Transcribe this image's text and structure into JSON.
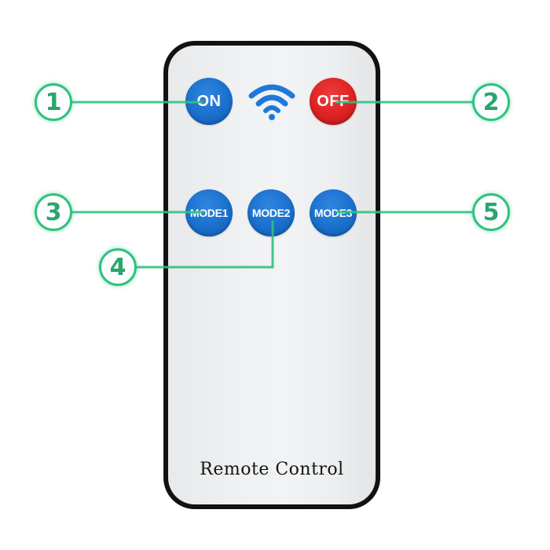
{
  "remote": {
    "brand_label": "Remote Control",
    "buttons": {
      "on": "ON",
      "off": "OFF",
      "mode1": "MODE1",
      "mode2": "MODE2",
      "mode3": "MODE3"
    },
    "signal_icon": "wireless-signal-icon"
  },
  "callouts": {
    "n1": "1",
    "n2": "2",
    "n3": "3",
    "n4": "4",
    "n5": "5"
  },
  "colors": {
    "button_blue": "#1a6fcc",
    "button_red": "#dc2222",
    "callout_green": "#2ec27e",
    "remote_frame": "#121212",
    "remote_face": "#eef0f2"
  }
}
